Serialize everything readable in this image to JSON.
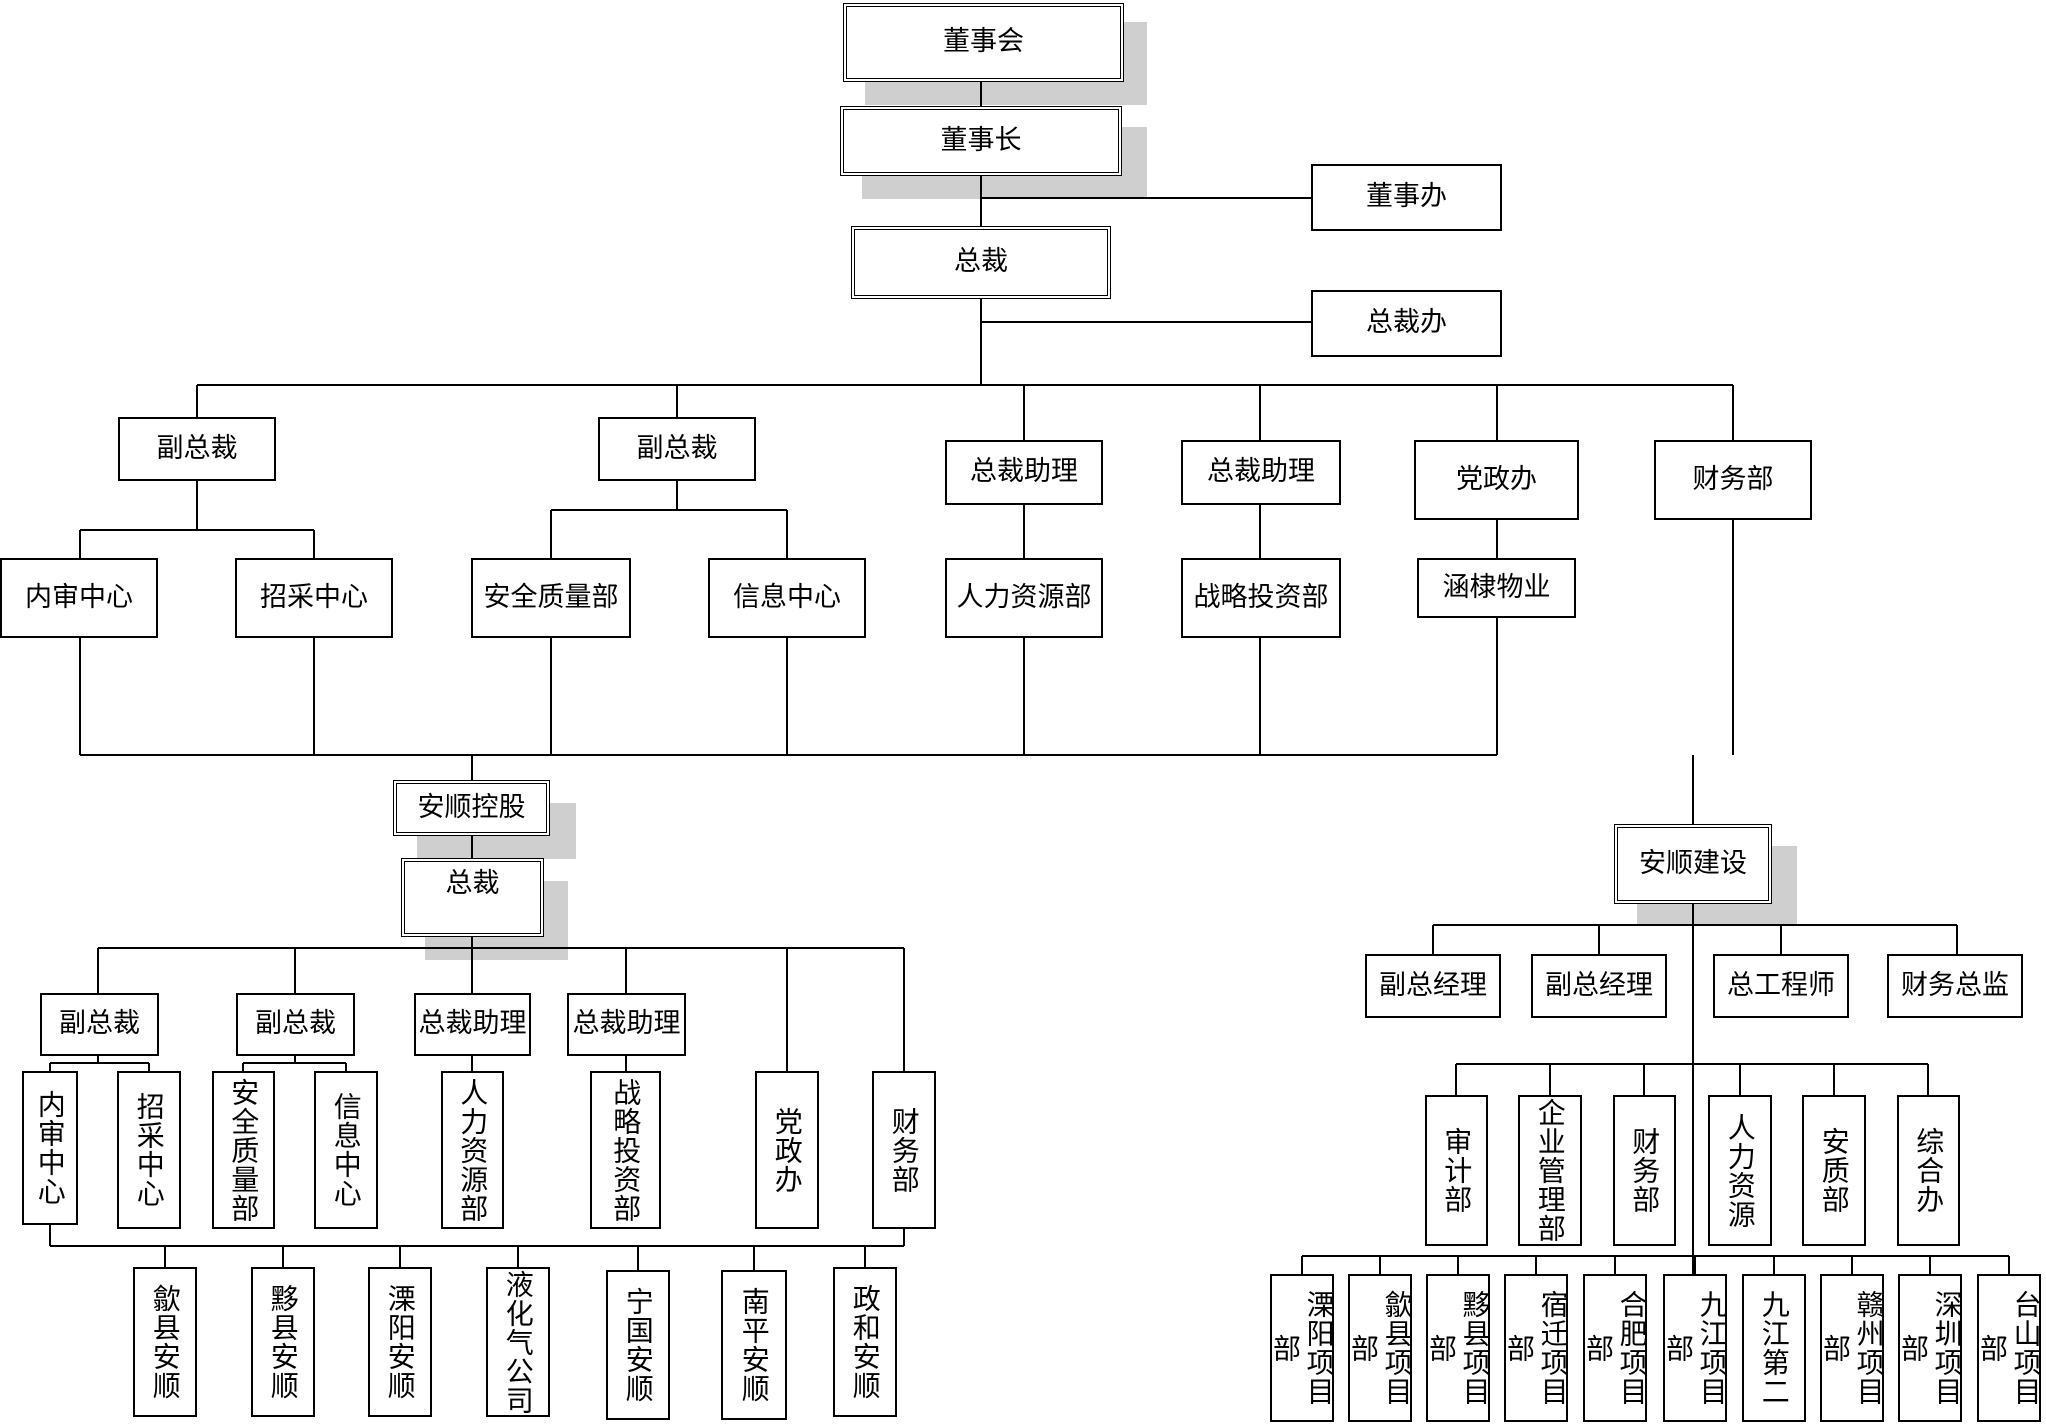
{
  "top": {
    "board": "董事会",
    "chairman": "董事长",
    "board_office": "董事办",
    "president": "总裁",
    "president_office": "总裁办"
  },
  "level2": {
    "vp1": "副总裁",
    "vp2": "副总裁",
    "pa1": "总裁助理",
    "pa2": "总裁助理",
    "party": "党政办",
    "finance": "财务部"
  },
  "level3": {
    "audit": "内审中心",
    "procure": "招采中心",
    "safety": "安全质量部",
    "info": "信息中心",
    "hr": "人力资源部",
    "strategy": "战略投资部",
    "property": "涵棣物业"
  },
  "holdings": {
    "title": "安顺控股",
    "president": "总裁",
    "vp1": "副总裁",
    "vp2": "副总裁",
    "pa1": "总裁助理",
    "pa2": "总裁助理",
    "audit": "内审中心",
    "procure": "招采中心",
    "safety": "安全质量部",
    "info": "信息中心",
    "hr": "人力资源部",
    "strategy": "战略投资部",
    "party": "党政办",
    "finance": "财务部",
    "subs": [
      "歙县安顺",
      "黟县安顺",
      "溧阳安顺",
      "液化气公司",
      "宁国安顺",
      "南平安顺",
      "政和安顺"
    ]
  },
  "construction": {
    "title": "安顺建设",
    "dgm1": "副总经理",
    "dgm2": "副总经理",
    "chief_eng": "总工程师",
    "cfo": "财务总监",
    "depts": [
      "审计部",
      "企业管理部",
      "财务部",
      "人力资源",
      "安质部",
      "综合办"
    ],
    "projects": [
      "溧阳项目部",
      "歙县项目部",
      "黟县项目部",
      "宿迁项目部",
      "合肥项目部",
      "九江项目部",
      "九江第二",
      "赣州项目部",
      "深圳项目部",
      "台山项目部"
    ]
  }
}
